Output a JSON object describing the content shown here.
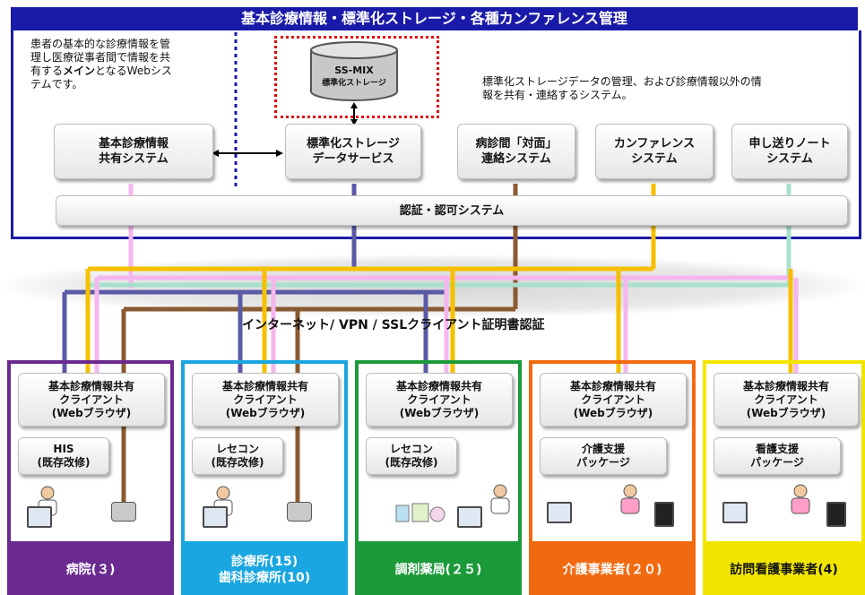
{
  "title": "基本診療情報・標準化ストレージ・各種カンファレンス管理",
  "desc_left": [
    "患者の基本的な診療情報を管",
    "理し医療従事者間で情報を共",
    "有するメインとなるWebシス",
    "テムです。"
  ],
  "desc_left_bold": "メイン",
  "desc_right": [
    "標準化ストレージデータの管理、および診療情報以外の情",
    "報を共有・連絡するシステム。"
  ],
  "ssmix": {
    "line1": "SS-MIX",
    "line2": "標準化ストレージ"
  },
  "systems": [
    {
      "label": "基本診療情報\n共有システム"
    },
    {
      "label": "標準化ストレージ\nデータサービス"
    },
    {
      "label": "病診間「対面」\n連絡システム"
    },
    {
      "label": "カンファレンス\nシステム"
    },
    {
      "label": "申し送りノート\nシステム"
    }
  ],
  "auth": "認証・認可システム",
  "network": "インターネット/ VPN / SSLクライアント証明書認証",
  "client_label": "基本診療情報共有\nクライアント\n(Webブラウザ)",
  "facilities": [
    {
      "name": "病院(３)",
      "sub": "HIS\n(既存改修)",
      "color": "#6a2a8f"
    },
    {
      "name": "診療所(15)\n歯科診療所(10)",
      "sub": "レセコン\n(既存改修)",
      "color": "#1aa6e0"
    },
    {
      "name": "調剤薬局(２５)",
      "sub": "レセコン\n(既存改修)",
      "color": "#1c9a3a"
    },
    {
      "name": "介護事業者(２０)",
      "sub": "介護支援\nパッケージ",
      "color": "#f26a10"
    },
    {
      "name": "訪問看護事業者(4)",
      "sub": "看護支援\nパッケージ",
      "color": "#f2e600"
    }
  ],
  "line_colors": {
    "blue": "#5a5aa6",
    "pink": "#f5b6ee",
    "yellow": "#f5c000",
    "brown": "#8a5a32",
    "mint": "#a8e0cc"
  }
}
